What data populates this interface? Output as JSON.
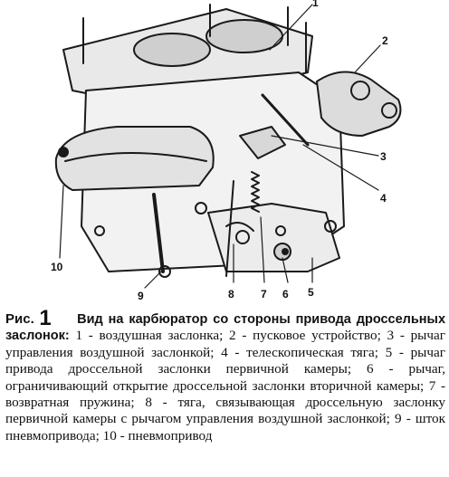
{
  "figure": {
    "callouts": {
      "c1": "1",
      "c2": "2",
      "c3": "3",
      "c4": "4",
      "c5": "5",
      "c6": "6",
      "c7": "7",
      "c8": "8",
      "c9": "9",
      "c10": "10"
    }
  },
  "caption": {
    "fig_word": "Рис.",
    "fig_number": "1",
    "title": "Вид на карбюратор со стороны привода дроссельных заслонок:",
    "text": " 1 - воздушная заслонка; 2 - пусковое устройство; 3 - рычаг управления воздушной заслонкой; 4 - телескопическая тяга; 5 - рычаг привода дроссельной заслонки первичной камеры; 6 - рычаг, ограничивающий открытие дроссельной заслонки вторичной камеры; 7 - возвратная пружина; 8 - тяга, связывающая дроссельную заслонку первичной камеры с рычагом управления воздушной заслонкой; 9 - шток пневмопривода; 10 - пневмопривод"
  }
}
